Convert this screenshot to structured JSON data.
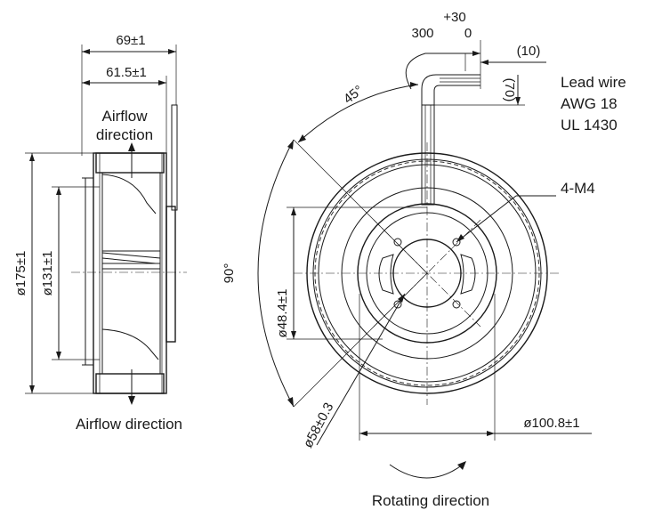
{
  "side_view": {
    "dims": {
      "overall_width": "69±1",
      "body_width": "61.5±1",
      "outer_diameter": "ø175±1",
      "inlet_diameter": "ø131±1"
    },
    "airflow_top": "Airflow\ndirection",
    "airflow_bottom": "Airflow direction"
  },
  "front_view": {
    "dims": {
      "tol_plus": "+30",
      "lead_length": "300",
      "tol_zero": "0",
      "strip_length": "(10)",
      "bend_offset": "(70)",
      "angle_45": "45°",
      "angle_90": "90°",
      "hub_diameter": "ø48.4±1",
      "mount_circle": "ø58±0.3",
      "bolt_circle": "ø100.8±1"
    },
    "holes": "4-M4",
    "lead_wire": [
      "Lead wire",
      "AWG 18",
      "UL 1430"
    ],
    "rotating": "Rotating direction"
  }
}
